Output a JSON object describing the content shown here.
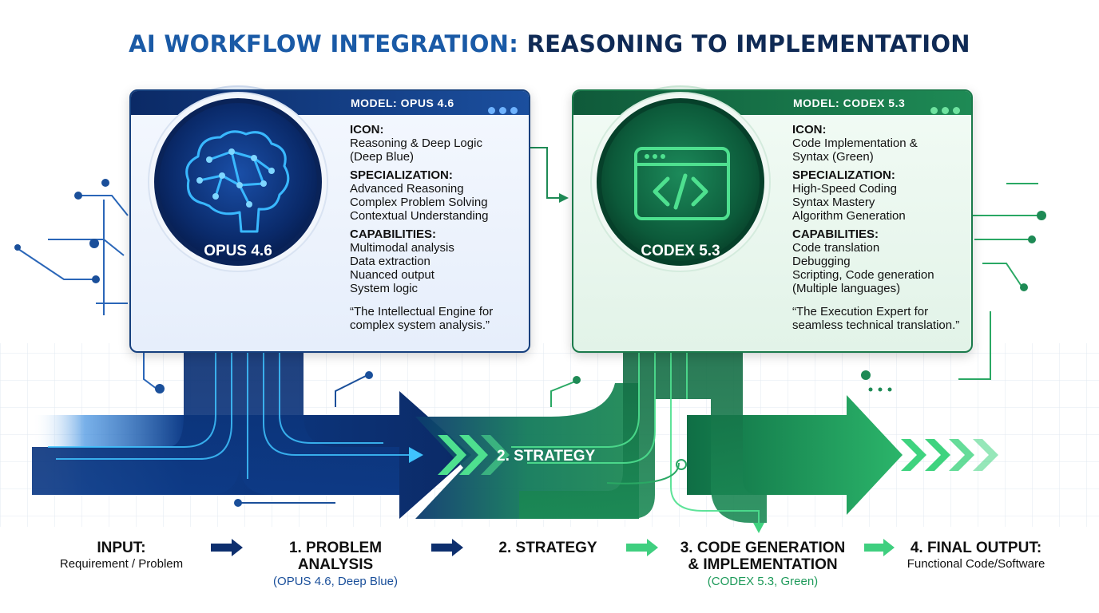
{
  "title": {
    "part1": "AI WORKFLOW INTEGRATION:",
    "part2": "REASONING TO IMPLEMENTATION"
  },
  "models": [
    {
      "circle_label": "OPUS 4.6",
      "header": "MODEL: OPUS 4.6",
      "icon_heading": "ICON:",
      "icon_lines": [
        "Reasoning & Deep Logic",
        "(Deep Blue)"
      ],
      "spec_heading": "SPECIALIZATION:",
      "spec_lines": [
        "Advanced Reasoning",
        "Complex Problem Solving",
        "Contextual Understanding"
      ],
      "cap_heading": "CAPABILITIES:",
      "cap_lines": [
        "Multimodal analysis",
        "Data extraction",
        "Nuanced output",
        "System logic"
      ],
      "quote_lines": [
        "“The Intellectual Engine for",
        "complex system analysis.”"
      ],
      "icon": "brain-icon",
      "color": "#1a4f9a"
    },
    {
      "circle_label": "CODEX 5.3",
      "header": "MODEL: CODEX 5.3",
      "icon_heading": "ICON:",
      "icon_lines": [
        "Code Implementation &",
        "Syntax (Green)"
      ],
      "spec_heading": "SPECIALIZATION:",
      "spec_lines": [
        "High-Speed Coding",
        "Syntax Mastery",
        "Algorithm Generation"
      ],
      "cap_heading": "CAPABILITIES:",
      "cap_lines": [
        "Code translation",
        "Debugging",
        "Scripting, Code generation",
        "(Multiple languages)"
      ],
      "quote_lines": [
        "“The Execution Expert for",
        "seamless technical translation.”"
      ],
      "icon": "code-window-icon",
      "color": "#1e8a55"
    }
  ],
  "strategy_inline": "2. STRATEGY",
  "stages": [
    {
      "lines": [
        "INPUT:"
      ],
      "sub": "Requirement / Problem"
    },
    {
      "lines": [
        "1. PROBLEM",
        "ANALYSIS"
      ],
      "sub": "(OPUS 4.6, Deep Blue)"
    },
    {
      "lines": [
        "2. STRATEGY"
      ],
      "sub": ""
    },
    {
      "lines": [
        "3. CODE GENERATION",
        "& IMPLEMENTATION"
      ],
      "sub": "(CODEX 5.3, Green)"
    },
    {
      "lines": [
        "4. FINAL OUTPUT:"
      ],
      "sub": "Functional Code/Software"
    }
  ],
  "colors": {
    "deep_blue": "#0b2a66",
    "blue": "#1a5aa6",
    "green": "#1e8a55",
    "bright_green": "#3fd37f",
    "cyan": "#3fc3ff"
  }
}
